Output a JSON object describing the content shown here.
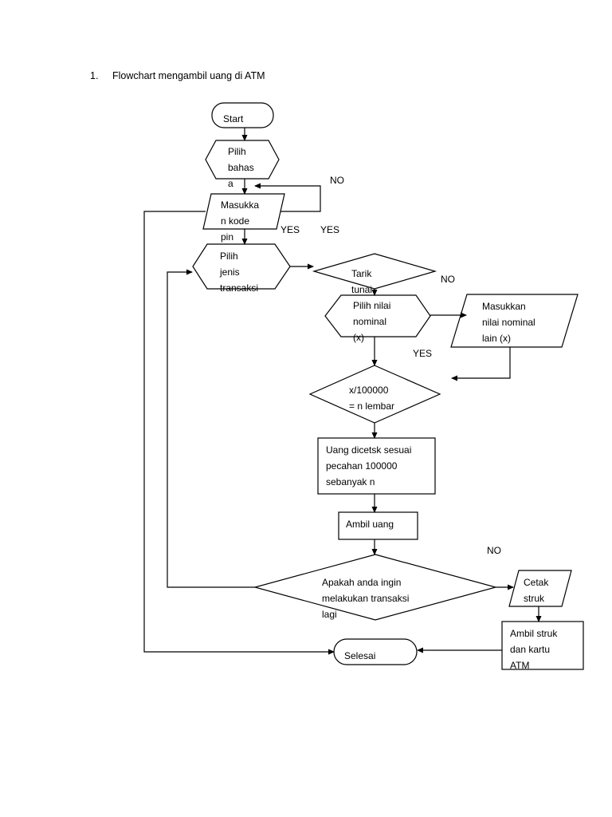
{
  "title": {
    "number": "1.",
    "text": "Flowchart mengambil uang di ATM"
  },
  "nodes": {
    "start": "Start",
    "pilih_bahasa": "Pilih\nbahas\na",
    "masukkan_pin": "Masukka\nn kode\npin",
    "pilih_transaksi": "Pilih\njenis\ntransaksi",
    "tarik_tunai": "Tarik\ntunai",
    "pilih_nominal": "Pilih nilai\nnominal\n(x)",
    "masukkan_nominal_lain": "Masukkan\nnilai nominal\nlain (x)",
    "hitung_lembar": "x/100000\n= n lembar",
    "uang_dicetak": "Uang dicetsk sesuai\npecahan 100000\nsebanyak n",
    "ambil_uang": "Ambil uang",
    "transaksi_lagi": "Apakah anda ingin\nmelakukan transaksi\nlagi",
    "cetak_struk": "Cetak\nstruk",
    "ambil_struk": "Ambil struk\ndan kartu\nATM",
    "selesai": "Selesai"
  },
  "edge_labels": {
    "no_pin": "NO",
    "yes_pin": "YES",
    "yes_tarik": "YES",
    "no_tarik": "NO",
    "yes_nominal": "YES",
    "no_transaksi": "NO"
  }
}
